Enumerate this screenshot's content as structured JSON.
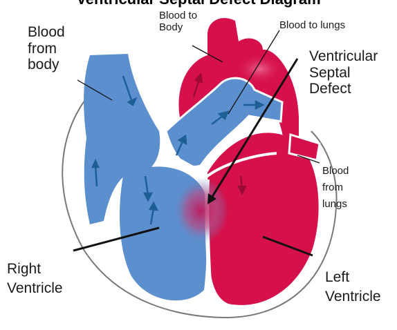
{
  "title": "Ventricular Septal Defect Diagram",
  "labels": {
    "blood_from_body": [
      "Blood",
      "from",
      "body"
    ],
    "blood_to_body": [
      "Blood to",
      "Body"
    ],
    "blood_to_lungs": "Blood to lungs",
    "ventricular_septal_defect": [
      "Ventricular",
      "Septal",
      "Defect"
    ],
    "blood_from_lungs": [
      "Blood",
      "from",
      "lungs"
    ],
    "right_ventricle": [
      "Right",
      "Ventricle"
    ],
    "left_ventricle": [
      "Left",
      "Ventricle"
    ]
  },
  "colors": {
    "deoxygenated": "#5b8fce",
    "oxygenated": "#d6104a",
    "arrow": "#1e5f96",
    "outline": "#ffffff",
    "defect": "#b2508a"
  }
}
